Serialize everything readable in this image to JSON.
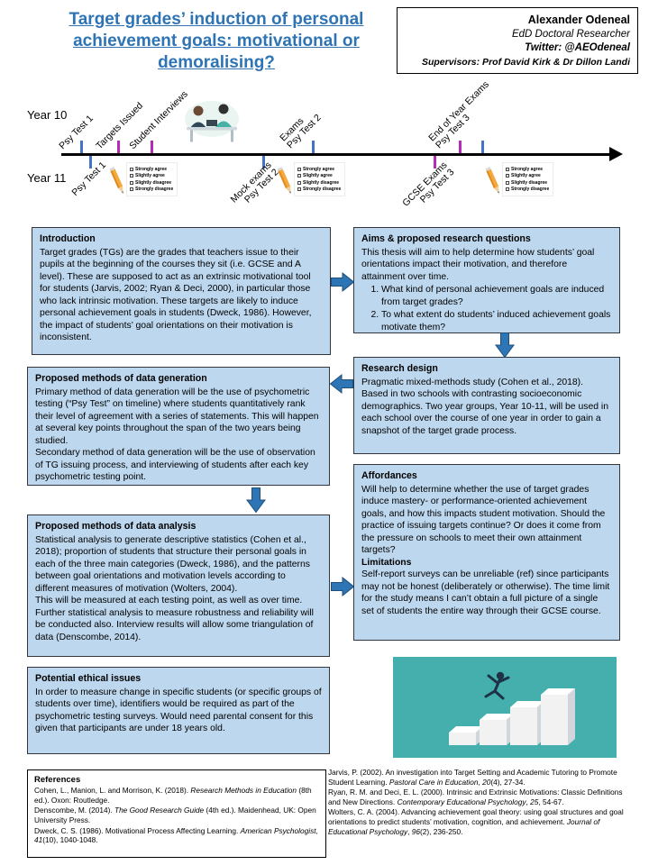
{
  "header": {
    "title": "Target grades’ induction of personal achievement goals: motivational or demoralising?",
    "author": {
      "name": "Alexander Odeneal",
      "role": "EdD Doctoral Researcher",
      "twitter": "Twitter: @AEOdeneal",
      "supervisors": "Supervisors: Prof David Kirk & Dr Dillon Landi"
    }
  },
  "timeline": {
    "year10_label": "Year 10",
    "year11_label": "Year 11",
    "year10_events": [
      {
        "label": "Psy Test 1",
        "tick_color": "blue"
      },
      {
        "label": "Targets Issued",
        "tick_color": "magenta"
      },
      {
        "label": "Student Interviews",
        "tick_color": "magenta"
      },
      {
        "label": "Exams\nPsy Test 2",
        "tick_color": "blue"
      },
      {
        "label": "End of Year Exams\nPsy Test 3",
        "tick_color": "magenta"
      }
    ],
    "year11_events": [
      {
        "label": "Psy Test 1",
        "tick_color": "blue"
      },
      {
        "label": "Mock exams\nPsy Test 2",
        "tick_color": "blue"
      },
      {
        "label": "GCSE Exams\nPsy Test 3",
        "tick_color": "magenta"
      }
    ],
    "survey_options": [
      "Strongly agree",
      "Slightly agree",
      "Slightly disagree",
      "Strongly disagree"
    ]
  },
  "sections": {
    "introduction": {
      "title": "Introduction",
      "body": "Target grades (TGs) are the grades that teachers issue to their pupils at the beginning of the courses they sit (i.e. GCSE and A level). These are supposed to act as an extrinsic motivational tool for students (Jarvis, 2002; Ryan & Deci, 2000), in particular those who lack intrinsic motivation. These targets are likely to induce personal achievement goals in students (Dweck, 1986). However, the impact of students’ goal orientations on their motivation is inconsistent."
    },
    "aims": {
      "title": "Aims & proposed research questions",
      "lead": "This thesis will aim to help determine how students’ goal orientations impact their motivation, and therefore attainment over time.",
      "questions": [
        "What kind of personal achievement goals are induced from target grades?",
        "To what extent do students’ induced achievement goals motivate them?"
      ]
    },
    "research_design": {
      "title": "Research design",
      "body": "Pragmatic mixed-methods study (Cohen et al., 2018). Based in two schools with contrasting socioeconomic demographics. Two year groups, Year 10-11, will be used in each school over the course of one year in order to gain a snapshot of the target grade process."
    },
    "data_generation": {
      "title": "Proposed methods of data generation",
      "para1": "Primary method of data generation will be the use of psychometric testing (“Psy Test” on timeline) where students quantitatively rank their level of agreement with a series of statements. This will happen at several key points throughout the span of the two years being studied.",
      "para2": "Secondary method of data generation will be the use of observation of TG issuing process, and interviewing of students after each key psychometric testing point."
    },
    "data_analysis": {
      "title": "Proposed methods of data analysis",
      "para1": "Statistical analysis to generate descriptive statistics (Cohen et al., 2018); proportion of students that structure their personal goals in each of the three main categories (Dweck, 1986), and the patterns between goal orientations and motivation levels according to different measures of motivation (Wolters, 2004).",
      "para2": "This will be measured at each testing point, as well as over time. Further statistical analysis to measure robustness and reliability will be conducted also. Interview results will allow some triangulation of data (Denscombe, 2014)."
    },
    "affordances": {
      "title": "Affordances",
      "body": "Will help to determine whether the use of target grades induce mastery- or performance-oriented achievement goals, and how this impacts student motivation. Should the practice of issuing targets continue? Or does it come from the pressure on schools to meet their own attainment targets?",
      "limitations_title": "Limitations",
      "limitations_body": "Self-report surveys can be unreliable (ref) since participants may not be honest (deliberately or otherwise). The time limit for the study means I can’t obtain a full picture of a single set of students the entire way through their GCSE course."
    },
    "ethics": {
      "title": "Potential ethical issues",
      "body": "In order to measure change in specific students (or specific groups of students over time), identifiers would be required as part of the psychometric testing surveys. Would need parental consent for this given that participants are under 18 years old."
    }
  },
  "references": {
    "title": "References",
    "left": [
      [
        {
          "t": "Cohen, L., Manion, L. and Morrison, K. (2018). "
        },
        {
          "t": "Research Methods in Education",
          "i": true
        },
        {
          "t": " (8th ed.). Oxon: Routledge."
        }
      ],
      [
        {
          "t": "Denscombe, M. (2014). "
        },
        {
          "t": "The Good Research Guide",
          "i": true
        },
        {
          "t": " (4th ed.). Maidenhead, UK: Open University Press."
        }
      ],
      [
        {
          "t": "Dweck, C. S. (1986). Motivational Process Affecting Learning. "
        },
        {
          "t": "American Psychologist",
          "i": true
        },
        {
          "t": ", "
        },
        {
          "t": "41",
          "i": true
        },
        {
          "t": "(10), 1040-1048."
        }
      ]
    ],
    "right": [
      [
        {
          "t": "Jarvis, P. (2002). An investigation into Target Setting and Academic Tutoring to Promote Student Learning. "
        },
        {
          "t": "Pastoral Care in Education",
          "i": true
        },
        {
          "t": ", "
        },
        {
          "t": "20",
          "i": true
        },
        {
          "t": "(4), 27-34."
        }
      ],
      [
        {
          "t": "Ryan, R. M. and Deci, E. L. (2000). Intrinsic and Extrinsic Motivations: Classic Definitions and New Directions. "
        },
        {
          "t": "Contemporary Educational Psychology",
          "i": true
        },
        {
          "t": ", "
        },
        {
          "t": "25",
          "i": true
        },
        {
          "t": ", 54-67."
        }
      ],
      [
        {
          "t": "Wolters, C. A. (2004). Advancing achievement goal theory: using goal structures and goal orientations to predict students’ motivation, cognition, and achievement. "
        },
        {
          "t": "Journal of Educational Psychology",
          "i": true
        },
        {
          "t": ", "
        },
        {
          "t": "96",
          "i": true
        },
        {
          "t": "(2), 236-250."
        }
      ]
    ]
  },
  "colors": {
    "title_blue": "#2E74B5",
    "box_fill": "#BDD7EE",
    "arrow_blue": "#2E75B6",
    "tick_magenta": "#B52BB5",
    "tick_blue": "#4472C4",
    "illustration_teal": "#44AFAC"
  }
}
